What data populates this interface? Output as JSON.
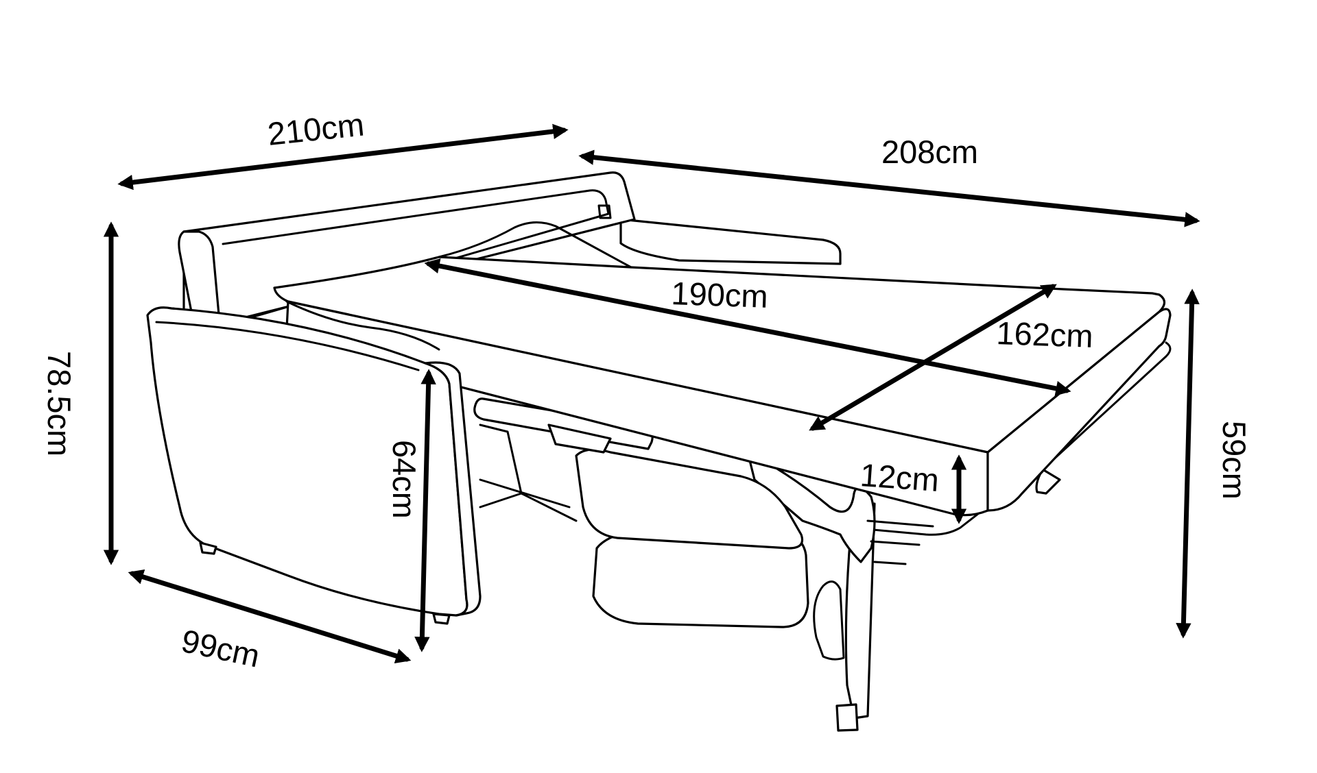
{
  "diagram": {
    "subject": "sofa-bed",
    "ink_color": "#000000",
    "background_color": "#ffffff",
    "dimensions": {
      "back_width": "210cm",
      "open_length": "208cm",
      "mattress_length": "190cm",
      "mattress_width": "162cm",
      "mattress_thickness": "12cm",
      "overall_height": "78.5cm",
      "arm_height": "64cm",
      "depth": "99cm",
      "bed_height": "59cm"
    }
  }
}
